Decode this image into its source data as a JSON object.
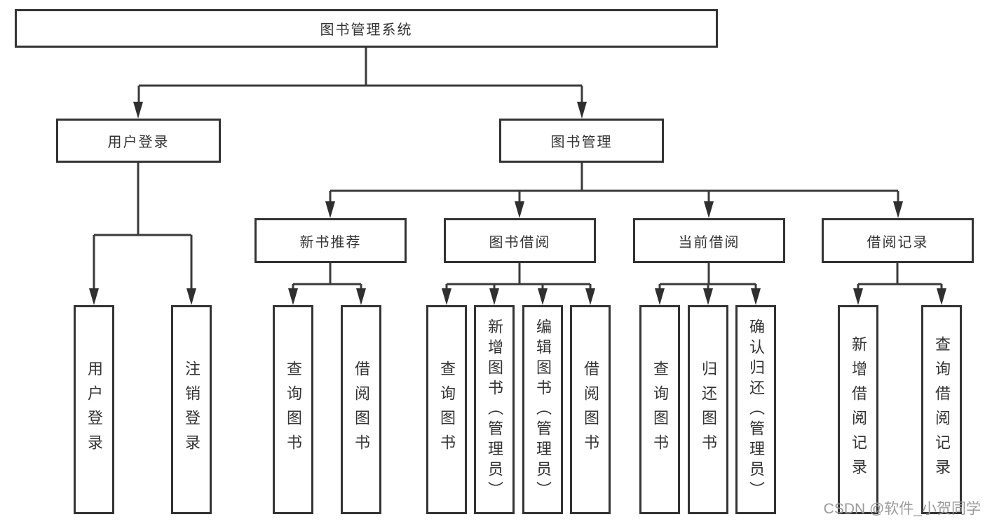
{
  "colors": {
    "line": "#3a3a3a",
    "box_border": "#333333",
    "text": "#333333",
    "background": "#ffffff",
    "watermark": "#9b9b9b"
  },
  "tree": {
    "root": {
      "label": "图书管理系统"
    },
    "branches": [
      {
        "label": "用户登录",
        "children": [
          {
            "label": "用户登录"
          },
          {
            "label": "注销登录"
          }
        ]
      },
      {
        "label": "图书管理",
        "children": [
          {
            "label": "新书推荐",
            "children": [
              {
                "label": "查询图书"
              },
              {
                "label": "借阅图书"
              }
            ]
          },
          {
            "label": "图书借阅",
            "children": [
              {
                "label": "查询图书"
              },
              {
                "label": "新增图书（管理员）"
              },
              {
                "label": "编辑图书（管理员）"
              },
              {
                "label": "借阅图书"
              }
            ]
          },
          {
            "label": "当前借阅",
            "children": [
              {
                "label": "查询图书"
              },
              {
                "label": "归还图书"
              },
              {
                "label": "确认归还（管理员）"
              }
            ]
          },
          {
            "label": "借阅记录",
            "children": [
              {
                "label": "新增借阅记录"
              },
              {
                "label": "查询借阅记录"
              }
            ]
          }
        ]
      }
    ]
  },
  "watermark": {
    "text": "CSDN @软件_小贺同学"
  }
}
